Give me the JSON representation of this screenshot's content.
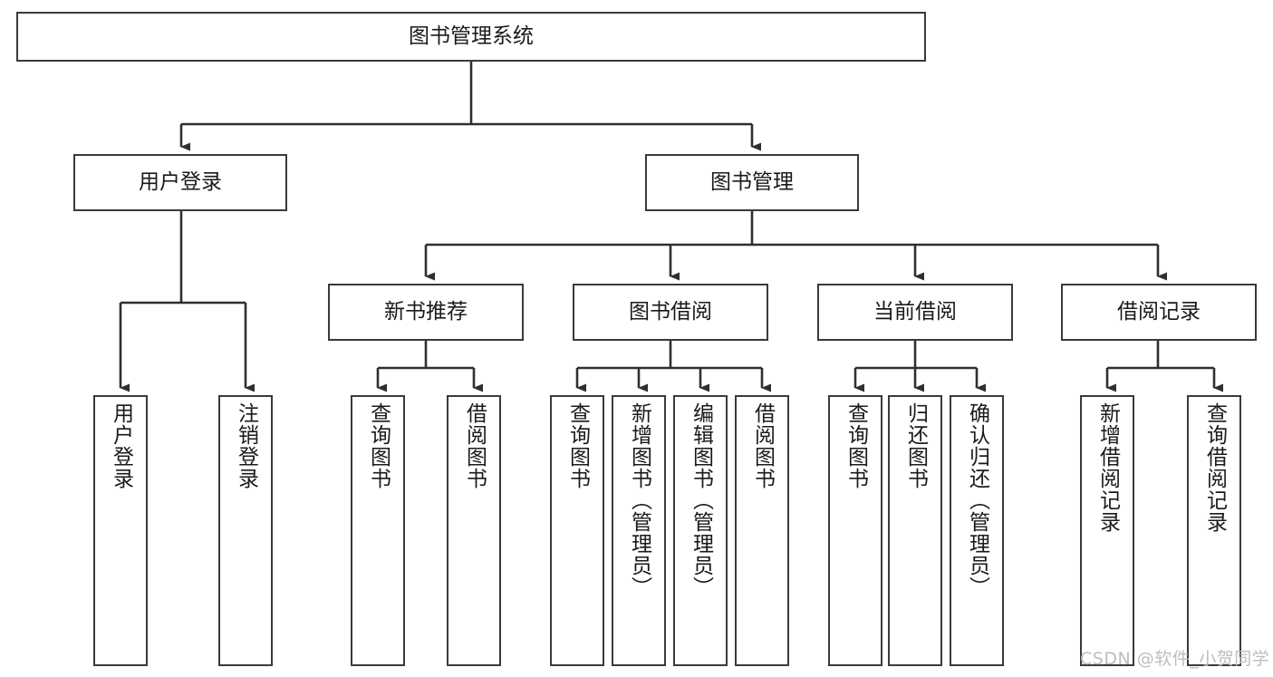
{
  "diagram": {
    "type": "tree-hierarchy",
    "title": "图书管理系统",
    "watermark": "CSDN @软件_小贺同学",
    "colors": {
      "box_border": "#3a3a3a",
      "box_fill": "#ffffff",
      "connector": "#2f2f2f",
      "text": "#1a1a1a",
      "watermark": "#bdbdbd"
    },
    "nodes": {
      "root": {
        "label": "图书管理系统"
      },
      "level1": [
        {
          "label": "用户登录"
        },
        {
          "label": "图书管理"
        }
      ],
      "level2": [
        {
          "label": "新书推荐"
        },
        {
          "label": "图书借阅"
        },
        {
          "label": "当前借阅"
        },
        {
          "label": "借阅记录"
        }
      ],
      "leaves_user_login": [
        {
          "label": "用户登录"
        },
        {
          "label": "注销登录"
        }
      ],
      "leaves_new_book": [
        {
          "label": "查询图书"
        },
        {
          "label": "借阅图书"
        }
      ],
      "leaves_borrow": [
        {
          "label": "查询图书"
        },
        {
          "label": "新增图书（管理员）"
        },
        {
          "label": "编辑图书（管理员）"
        },
        {
          "label": "借阅图书"
        }
      ],
      "leaves_current": [
        {
          "label": "查询图书"
        },
        {
          "label": "归还图书"
        },
        {
          "label": "确认归还（管理员）"
        }
      ],
      "leaves_records": [
        {
          "label": "新增借阅记录"
        },
        {
          "label": "查询借阅记录"
        }
      ]
    }
  }
}
